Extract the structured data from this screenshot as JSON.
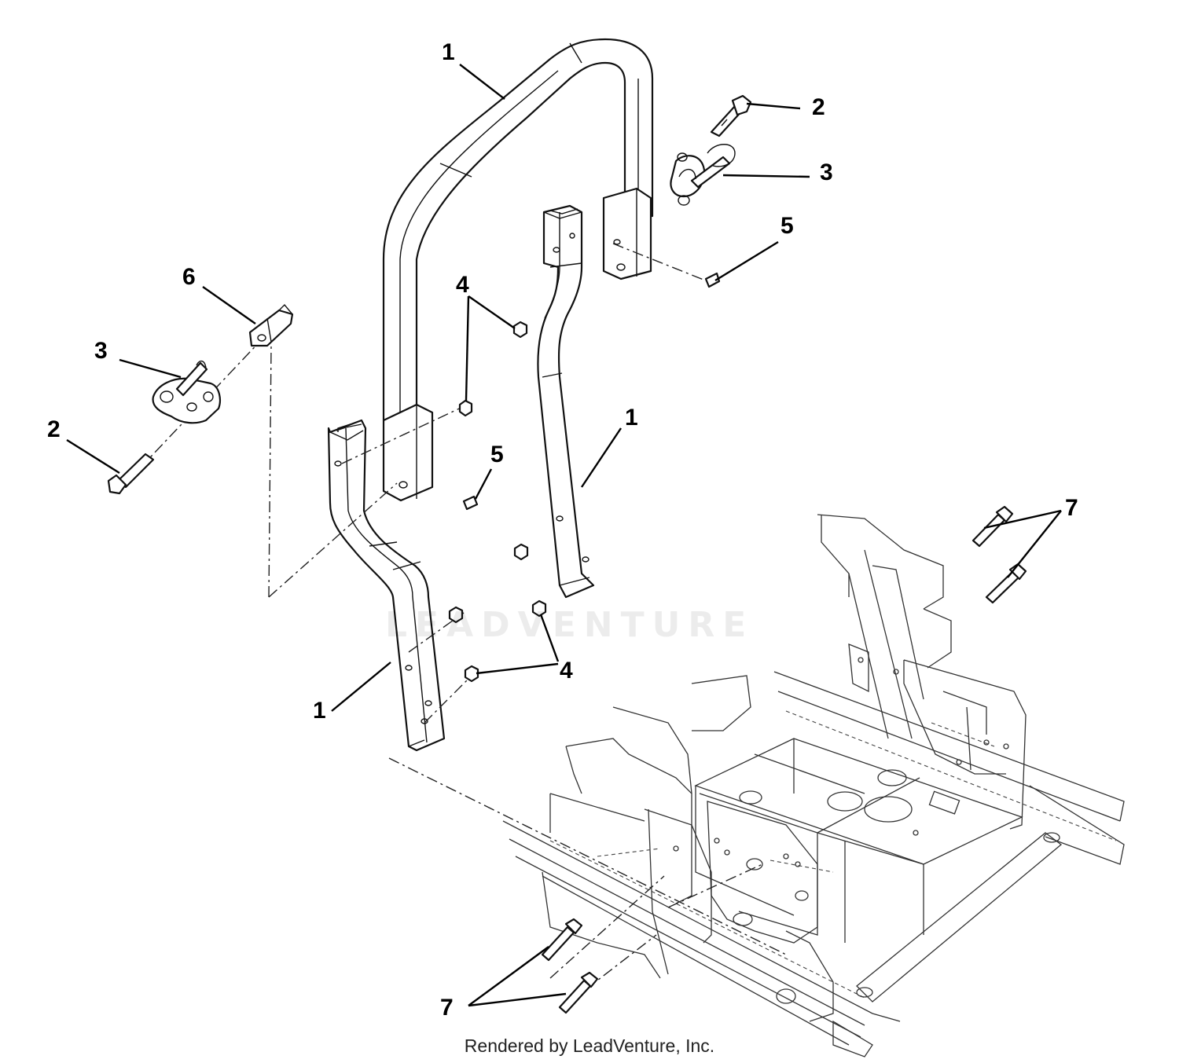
{
  "callouts": [
    {
      "id": "c1-top",
      "label": "1"
    },
    {
      "id": "c2-right",
      "label": "2"
    },
    {
      "id": "c3-right",
      "label": "3"
    },
    {
      "id": "c5-right",
      "label": "5"
    },
    {
      "id": "c6",
      "label": "6"
    },
    {
      "id": "c4-top",
      "label": "4"
    },
    {
      "id": "c3-left",
      "label": "3"
    },
    {
      "id": "c2-left",
      "label": "2"
    },
    {
      "id": "c1-right",
      "label": "1"
    },
    {
      "id": "c5-mid",
      "label": "5"
    },
    {
      "id": "c7-right",
      "label": "7"
    },
    {
      "id": "c4-bottom",
      "label": "4"
    },
    {
      "id": "c1-bottom",
      "label": "1"
    },
    {
      "id": "c7-bottom",
      "label": "7"
    }
  ],
  "watermark": "LEADVENTURE",
  "footer": "Rendered by LeadVenture, Inc."
}
